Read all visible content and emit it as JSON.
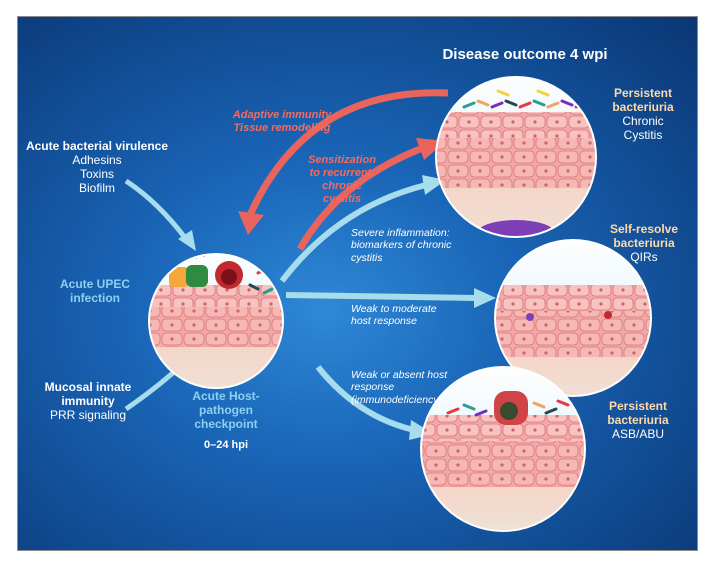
{
  "title": "Disease outcome 4 wpi",
  "left": {
    "virulence": {
      "heading": "Acute bacterial virulence",
      "items": [
        "Adhesins",
        "Toxins",
        "Biofilm"
      ]
    },
    "infection": "Acute UPEC infection",
    "immunity": {
      "heading": "Mucosal innate immunity",
      "items": [
        "PRR signaling"
      ]
    }
  },
  "checkpoint": {
    "heading": "Acute Host-pathogen checkpoint",
    "time": "0–24 hpi"
  },
  "arrows": {
    "adaptive": "Adaptive immunity",
    "tissue": "Tissue remodeling",
    "sensitization": "Sensitization to recurrent, chronic cystitis",
    "severe": "Severe inflammation: biomarkers of chronic cystitis",
    "weak_moderate": "Weak to moderate host response",
    "weak_absent": "Weak or absent host response (immunodeficiency)"
  },
  "outcomes": {
    "chronic": {
      "heading": "Persistent bacteriuria",
      "items": [
        "Chronic",
        "Cystitis"
      ]
    },
    "self_resolve": {
      "heading": "Self-resolve bacteriuria",
      "items": [
        "QIRs"
      ]
    },
    "asb": {
      "heading": "Persistent bacteriuria",
      "items": [
        "ASB/ABU"
      ]
    }
  },
  "colors": {
    "background": "#1a66b8",
    "red_arrow": "#e9645c",
    "blue_arrow": "#a6dcec",
    "outcome_heading": "#ffd9a8",
    "infection_label": "#8fd0f0"
  }
}
